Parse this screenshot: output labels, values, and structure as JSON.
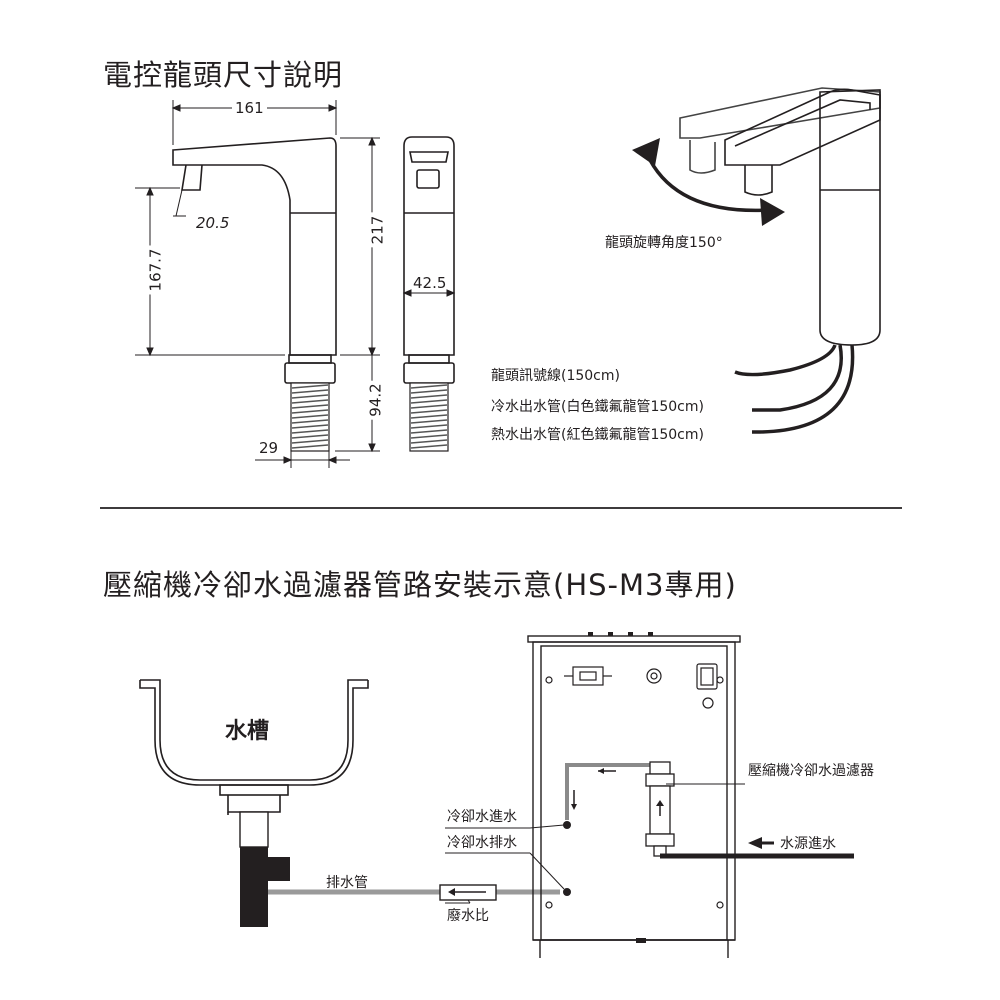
{
  "section1": {
    "title": "電控龍頭尺寸說明",
    "dimensions": {
      "width_161": "161",
      "offset_20_5": "20.5",
      "height_167_7": "167.7",
      "height_217": "217",
      "thickness_42_5": "42.5",
      "thread_94_2": "94.2",
      "thread_dia_29": "29"
    },
    "rotation_label": "龍頭旋轉角度150°",
    "tube_labels": [
      "龍頭訊號線(150cm)",
      "冷水出水管(白色鐵氟龍管150cm)",
      "熱水出水管(紅色鐵氟龍管150cm)"
    ]
  },
  "section2": {
    "title": "壓縮機冷卻水過濾器管路安裝示意(HS-M3專用)",
    "sink_label": "水槽",
    "labels": {
      "cooling_in": "冷卻水進水",
      "cooling_out": "冷卻水排水",
      "drain_pipe": "排水管",
      "waste_ratio": "廢水比",
      "filter": "壓縮機冷卻水過濾器",
      "water_source": "水源進水"
    }
  }
}
